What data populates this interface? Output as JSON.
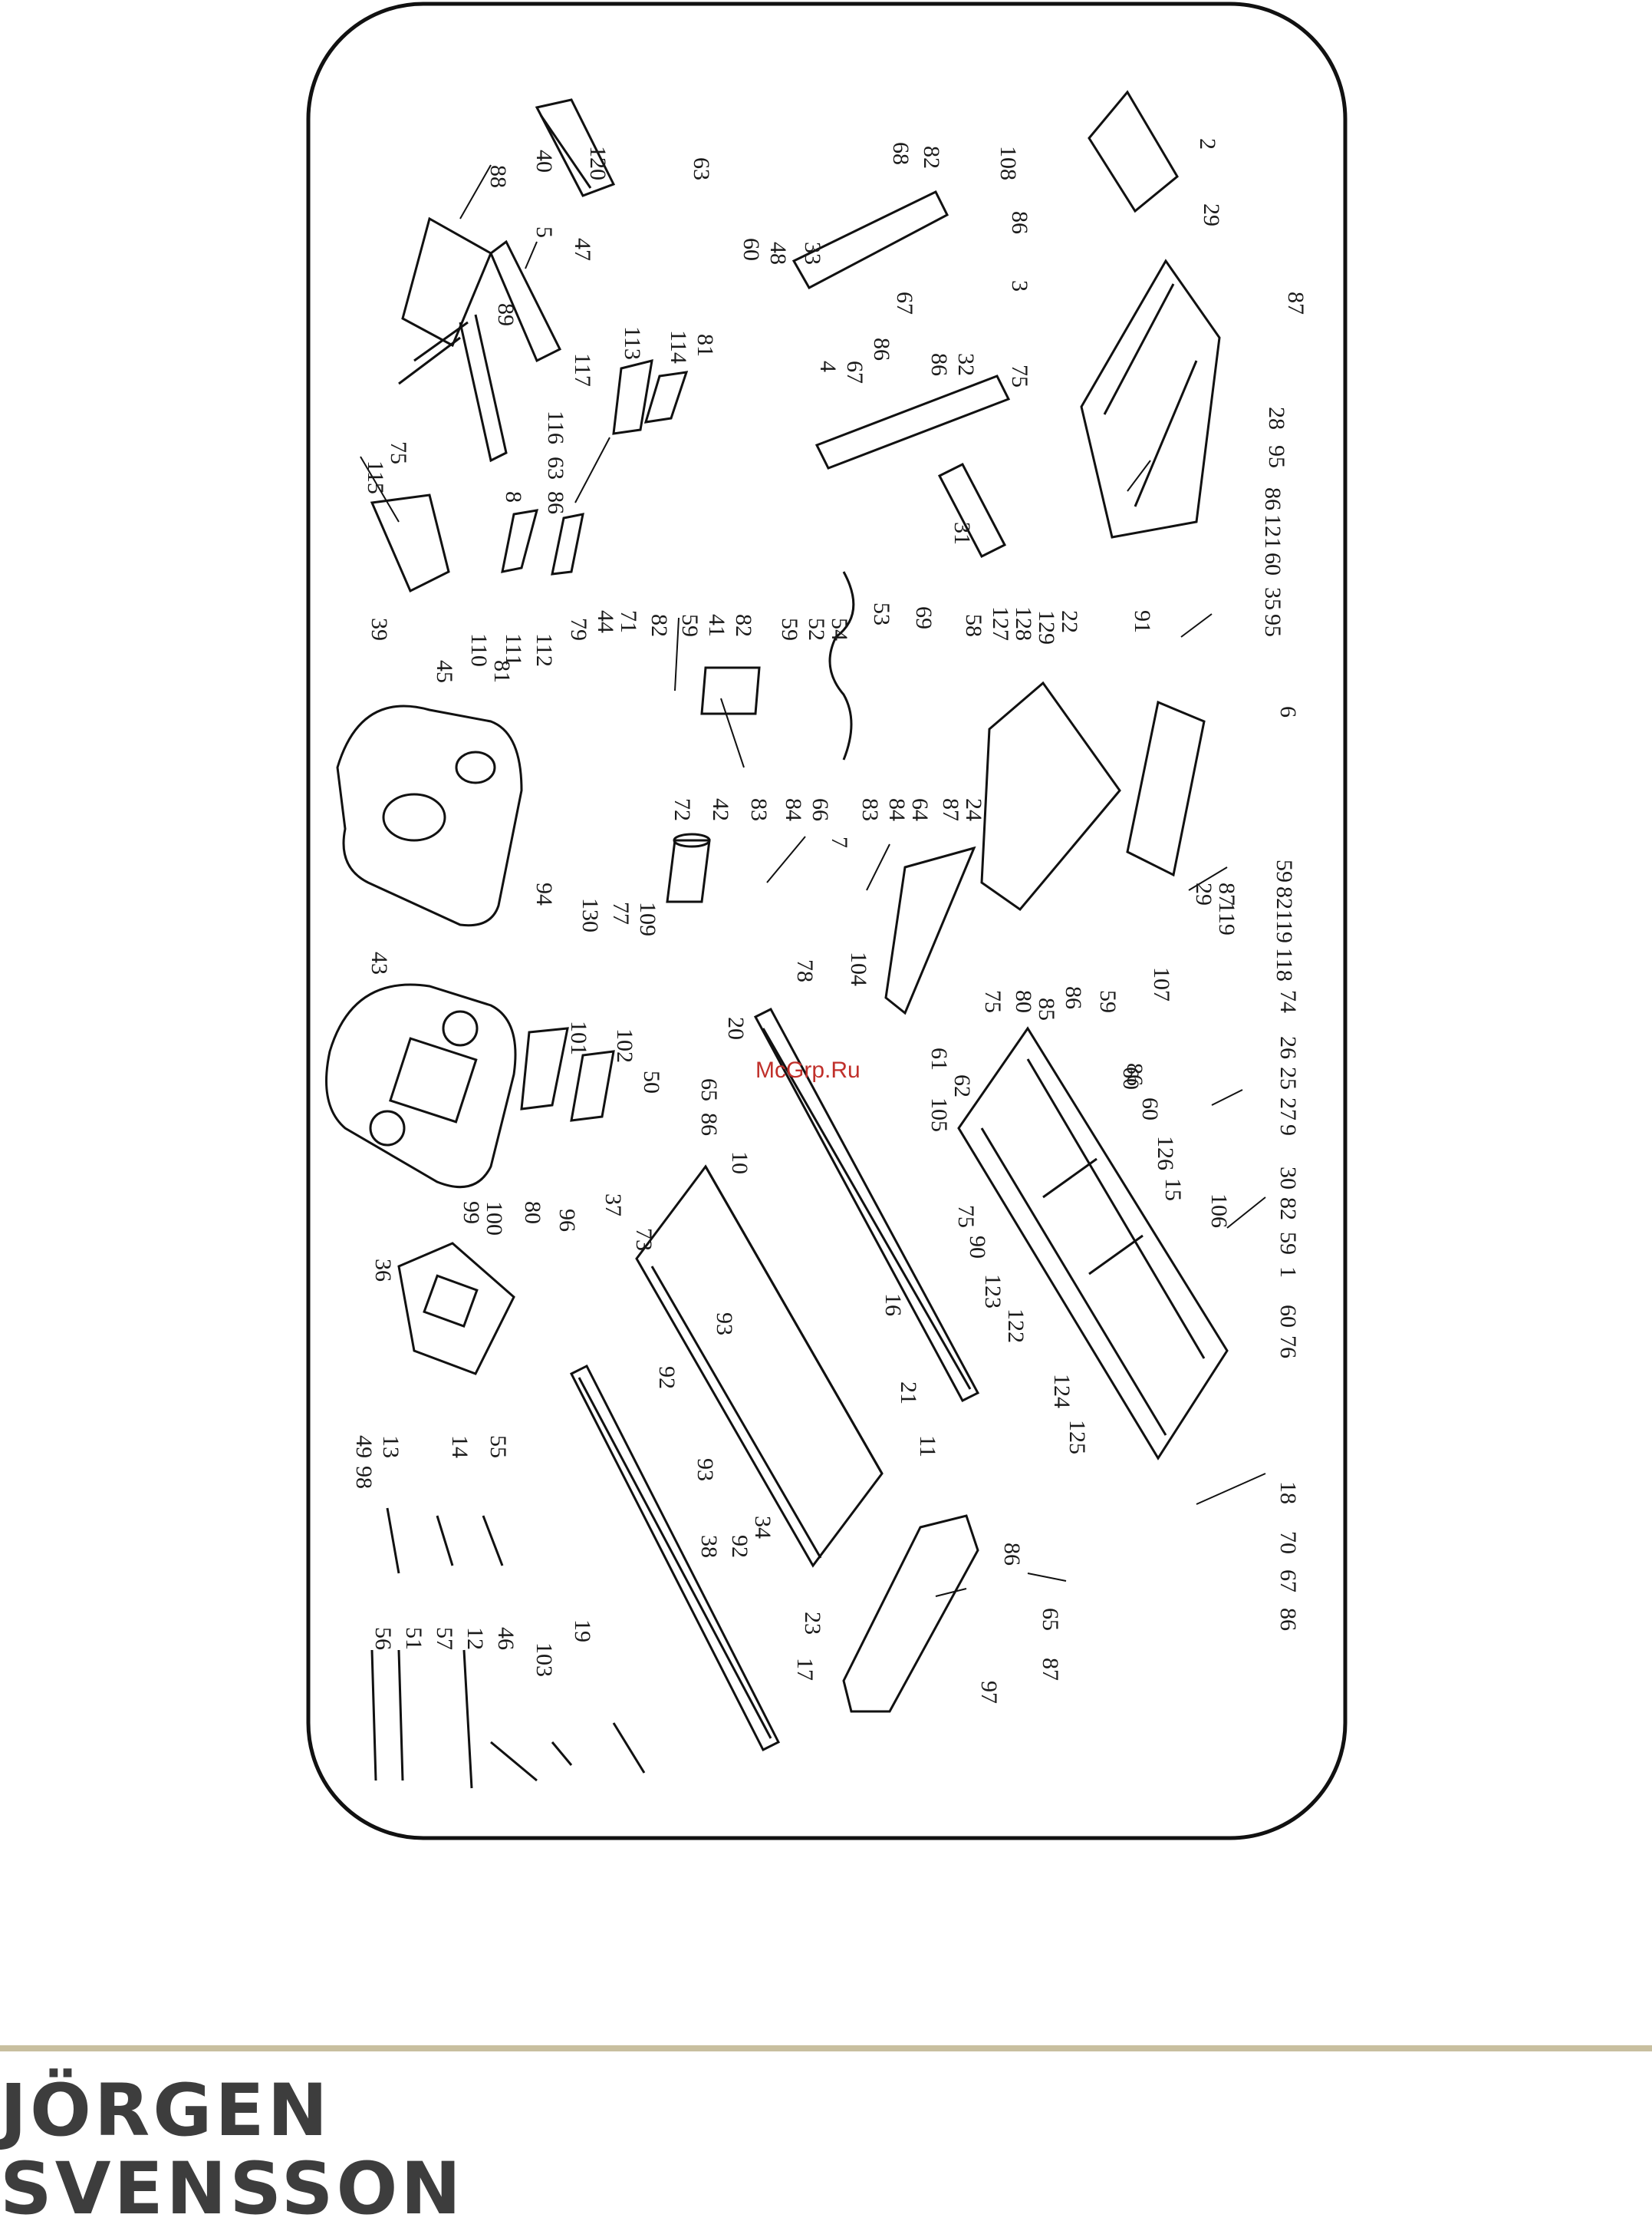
{
  "watermark": "McGrp.Ru",
  "brand": {
    "line1": "JÖRGEN",
    "line2": "SVENSSON"
  },
  "part_labels": [
    "88",
    "40",
    "120",
    "63",
    "5",
    "47",
    "89",
    "113",
    "114",
    "81",
    "117",
    "116",
    "75",
    "115",
    "63",
    "86",
    "8",
    "39",
    "110",
    "111",
    "112",
    "79",
    "44",
    "71",
    "82",
    "59",
    "41",
    "82",
    "59",
    "52",
    "54",
    "53",
    "69",
    "58",
    "127",
    "128",
    "129",
    "22",
    "91",
    "45",
    "81",
    "72",
    "42",
    "83",
    "84",
    "66",
    "83",
    "84",
    "64",
    "87",
    "24",
    "7",
    "6",
    "29",
    "87",
    "119",
    "59",
    "82",
    "119",
    "118",
    "107",
    "94",
    "130",
    "77",
    "109",
    "104",
    "78",
    "43",
    "101",
    "102",
    "50",
    "20",
    "65",
    "86",
    "10",
    "37",
    "73",
    "99",
    "100",
    "80",
    "96",
    "36",
    "75",
    "80",
    "85",
    "86",
    "59",
    "60",
    "105",
    "62",
    "61",
    "75",
    "90",
    "123",
    "122",
    "124",
    "125",
    "16",
    "93",
    "92",
    "93",
    "21",
    "11",
    "38",
    "34",
    "92",
    "23",
    "17",
    "86",
    "65",
    "87",
    "97",
    "49",
    "98",
    "13",
    "14",
    "55",
    "56",
    "51",
    "57",
    "12",
    "46",
    "103",
    "19",
    "74",
    "26",
    "25",
    "27",
    "9",
    "30",
    "82",
    "59",
    "1",
    "60",
    "76",
    "126",
    "15",
    "106",
    "60",
    "86",
    "18",
    "70",
    "67",
    "86",
    "68",
    "82",
    "108",
    "86",
    "60",
    "48",
    "33",
    "3",
    "67",
    "86",
    "4",
    "67",
    "86",
    "32",
    "75",
    "31",
    "2",
    "29",
    "87",
    "28",
    "95",
    "86",
    "121",
    "60",
    "35",
    "95"
  ]
}
